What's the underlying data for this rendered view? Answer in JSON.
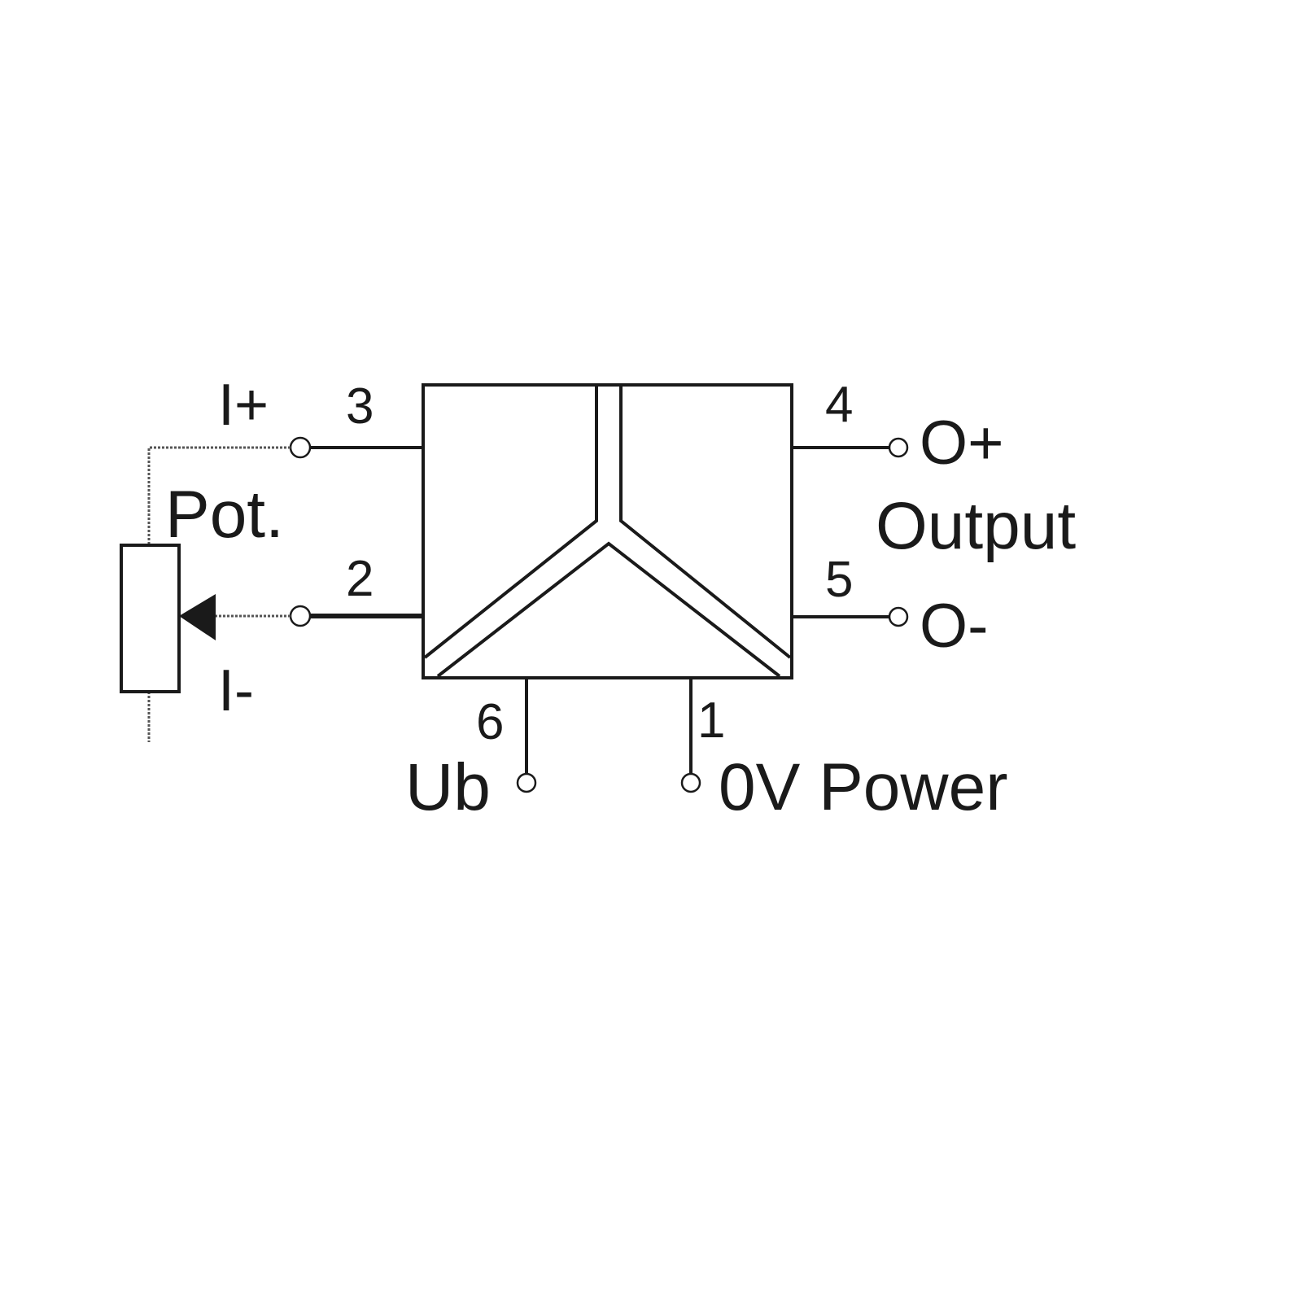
{
  "labels": {
    "i_plus": "I+",
    "i_minus": "I-",
    "pot": "Pot.",
    "pin3": "3",
    "pin2": "2",
    "pin4": "4",
    "pin5": "5",
    "pin6": "6",
    "pin1": "1",
    "o_plus": "O+",
    "o_minus": "O-",
    "output": "Output",
    "ub": "Ub",
    "zero_v_power": "0V Power"
  }
}
